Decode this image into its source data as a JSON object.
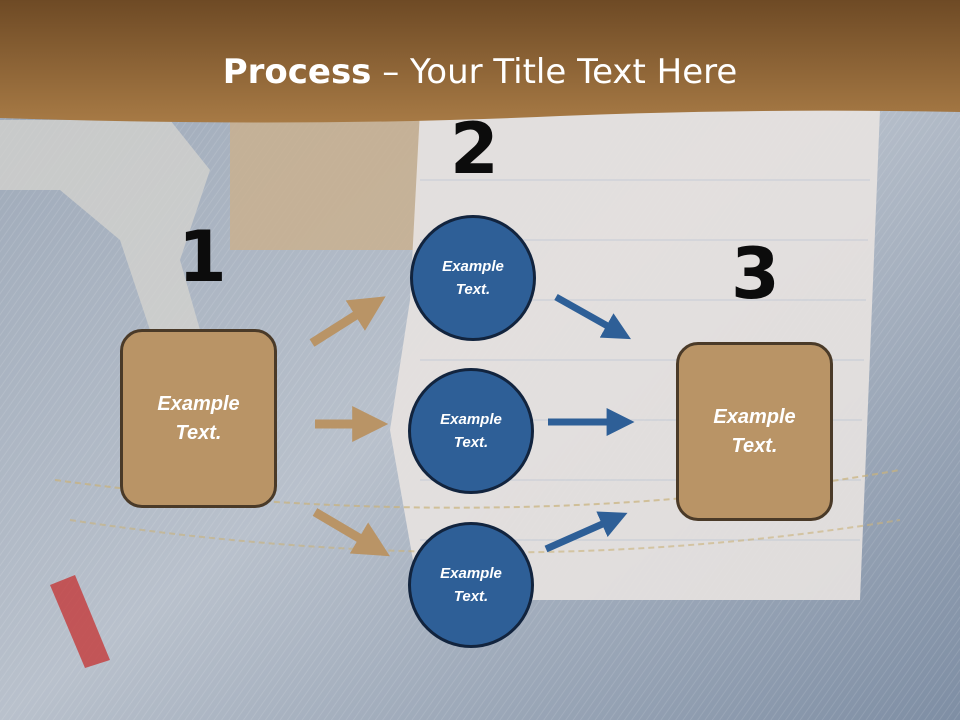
{
  "slide": {
    "title_bold": "Process",
    "title_rest": " – Your Title Text Here"
  },
  "steps": [
    {
      "number": "1",
      "boxes": [
        "Example Text."
      ]
    },
    {
      "number": "2",
      "boxes": [
        "Example Text.",
        "Example Text.",
        "Example Text."
      ]
    },
    {
      "number": "3",
      "boxes": [
        "Example Text."
      ]
    }
  ],
  "colors": {
    "header": "#8a6236",
    "box_fill": "#b99466",
    "circle_fill": "#2e5f97",
    "arrow_tan": "#b99466",
    "arrow_blue": "#2e5f97"
  }
}
